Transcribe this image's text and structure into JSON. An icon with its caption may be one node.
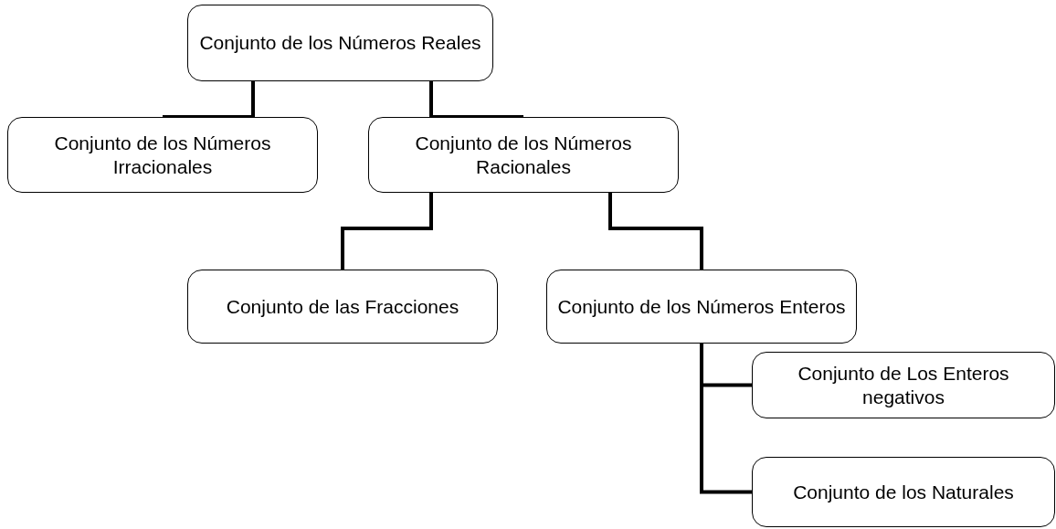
{
  "diagram": {
    "nodes": [
      {
        "text": [
          "Conjunto de los Números Reales"
        ]
      },
      {
        "text": [
          "Conjunto de los Números Irracionales"
        ]
      },
      {
        "text": [
          "Conjunto de los Números Racionales"
        ]
      },
      {
        "text": [
          "Conjunto de las Fracciones"
        ]
      },
      {
        "text": [
          "Conjunto de los Números Enteros"
        ]
      },
      {
        "text": [
          "Conjunto de Los Enteros negativos"
        ]
      },
      {
        "text": [
          "Conjunto de los Naturales"
        ]
      }
    ],
    "edges": [
      {
        "from": 0,
        "to": 1,
        "arrow": "none"
      },
      {
        "from": 0,
        "to": 2,
        "arrow": "none"
      },
      {
        "from": 2,
        "to": 3,
        "arrow": "none"
      },
      {
        "from": 2,
        "to": 4,
        "arrow": "none"
      },
      {
        "from": 4,
        "to": 5,
        "arrow": "none"
      },
      {
        "from": 4,
        "to": 6,
        "arrow": "none"
      }
    ]
  }
}
